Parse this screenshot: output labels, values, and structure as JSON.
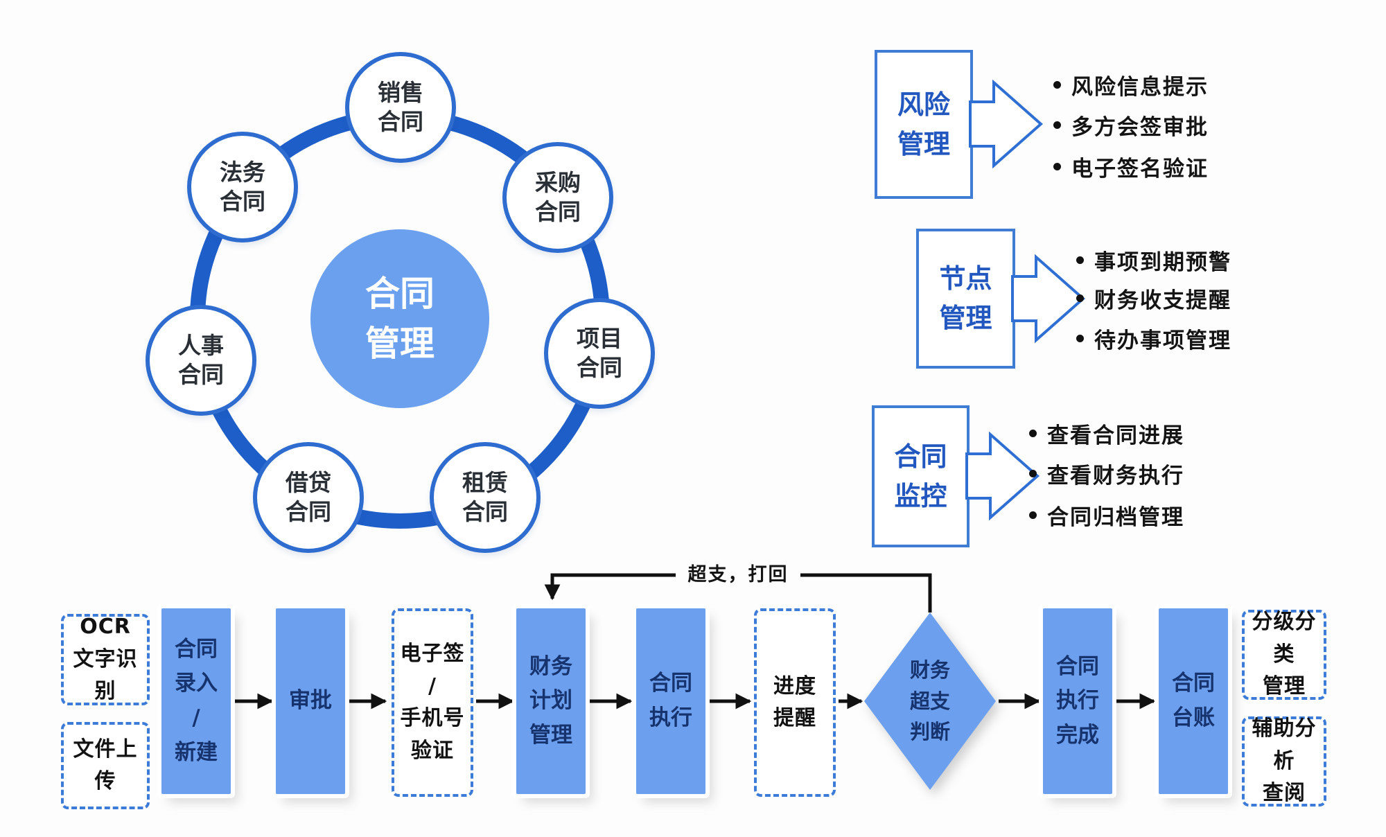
{
  "hub": {
    "center": "合同\n管理",
    "satellites": [
      "销售\n合同",
      "采购\n合同",
      "项目\n合同",
      "租赁\n合同",
      "借贷\n合同",
      "人事\n合同",
      "法务\n合同"
    ]
  },
  "features": [
    {
      "title": "风险\n管理",
      "bullets": [
        "风险信息提示",
        "多方会签审批",
        "电子签名验证"
      ]
    },
    {
      "title": "节点\n管理",
      "bullets": [
        "事项到期预警",
        "财务收支提醒",
        "待办事项管理"
      ]
    },
    {
      "title": "合同\n监控",
      "bullets": [
        "查看合同进展",
        "查看财务执行",
        "合同归档管理"
      ]
    }
  ],
  "flow": {
    "inputs_left": [
      "OCR\n文字识别",
      "文件上传"
    ],
    "steps": [
      "合同\n录入\n/\n新建",
      "审批",
      "电子签\n/\n手机号\n验证",
      "财务\n计划\n管理",
      "合同\n执行",
      "进度\n提醒",
      "财务\n超支\n判断",
      "合同\n执行\n完成",
      "合同\n台账"
    ],
    "outputs_right": [
      "分级分类\n管理",
      "辅助分析\n查阅"
    ],
    "loop_label": "超支，打回"
  },
  "colors": {
    "ring_blue": "#1e5ec8",
    "node_fill_blue": "#6ca0ef",
    "outline_blue": "#3d7bd8",
    "feature_text_blue": "#2157be",
    "navy_text": "#17336e",
    "arrow_black": "#111111"
  }
}
